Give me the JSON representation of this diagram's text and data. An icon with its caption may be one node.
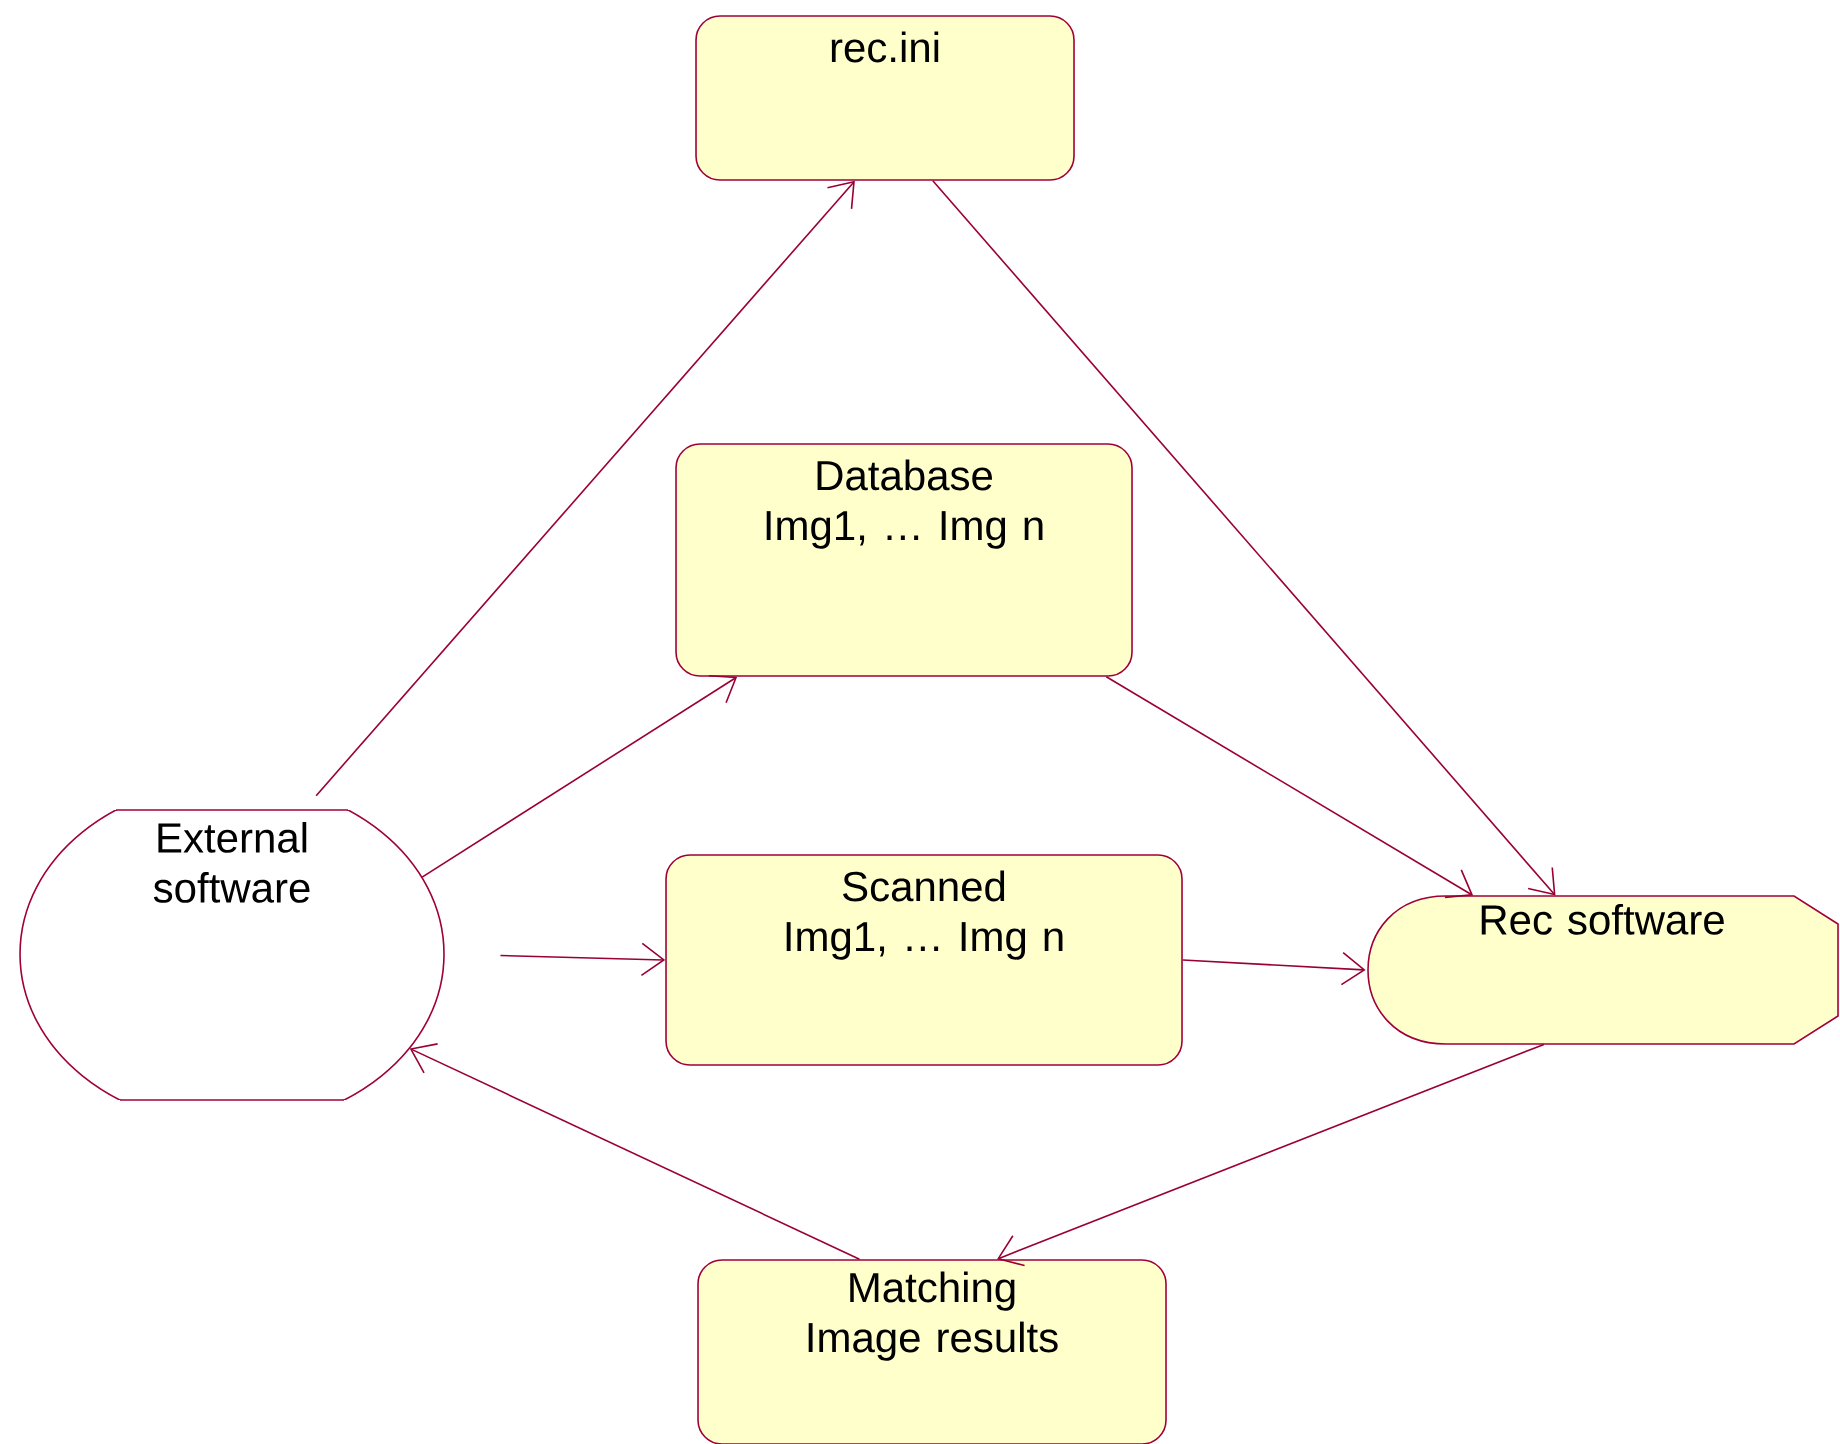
{
  "diagram": {
    "nodes": [
      {
        "text": [
          "rec.ini"
        ]
      },
      {
        "text": [
          "Database",
          "Img1, … Img n"
        ]
      },
      {
        "text": [
          "External software"
        ]
      },
      {
        "text": [
          "Scanned",
          "Img1, … Img n"
        ]
      },
      {
        "text": [
          "Rec software"
        ]
      },
      {
        "text": [
          "Matching Image results"
        ]
      }
    ],
    "edges": [
      {
        "from": 2,
        "to": 0,
        "arrow": "to"
      },
      {
        "from": 2,
        "to": 1,
        "arrow": "to"
      },
      {
        "from": 2,
        "to": 3,
        "arrow": "to"
      },
      {
        "from": 0,
        "to": 4,
        "arrow": "to"
      },
      {
        "from": 1,
        "to": 4,
        "arrow": "to"
      },
      {
        "from": 3,
        "to": 4,
        "arrow": "to"
      },
      {
        "from": 4,
        "to": 5,
        "arrow": "to"
      },
      {
        "from": 5,
        "to": 2,
        "arrow": "to"
      }
    ]
  }
}
